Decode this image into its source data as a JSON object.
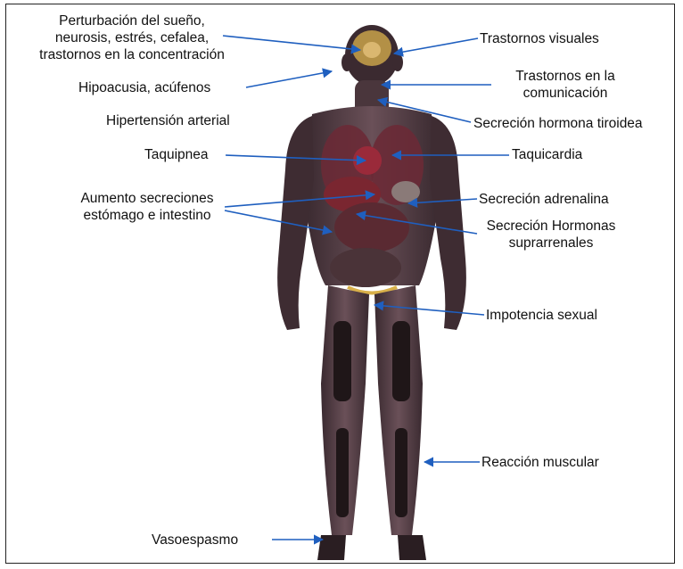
{
  "labels": {
    "sleep": [
      "Perturbación del sueño,",
      "neurosis, estrés, cefalea,",
      "trastornos en la concentración"
    ],
    "hearing": "Hipoacusia, acúfenos",
    "hypertension": "Hipertensión arterial",
    "tachypnea": "Taquipnea",
    "secretions": [
      "Aumento secreciones",
      "estómago e intestino"
    ],
    "vasospasm": "Vasoespasmo",
    "visual": "Trastornos visuales",
    "communication": [
      "Trastornos en la",
      "comunicación"
    ],
    "thyroid": "Secreción hormona tiroidea",
    "tachycardia": "Taquicardia",
    "adrenaline": "Secreción adrenalina",
    "adrenal": [
      "Secreción Hormonas",
      "suprarrenales"
    ],
    "impotence": "Impotencia sexual",
    "muscle": "Reacción muscular"
  },
  "colors": {
    "arrow": "#1f5fbf",
    "body_dark": "#2a1e22",
    "body_mid": "#5a4248",
    "organ": "#7a2a36",
    "brain": "#c9a24a"
  }
}
